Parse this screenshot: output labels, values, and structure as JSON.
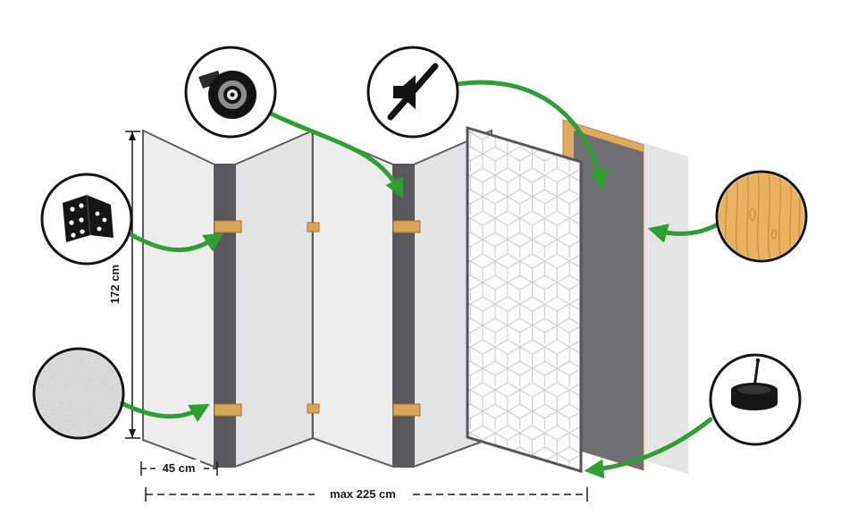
{
  "diagram": {
    "subject": "five-panel folding room divider, exploded layer construction view",
    "labels": {
      "height": "172 cm",
      "panel_width": "45 cm",
      "max_width": "max 225 cm"
    },
    "callouts": [
      {
        "icon": "tape-roll-icon"
      },
      {
        "icon": "muted-speaker-icon"
      },
      {
        "icon": "hinge-icon"
      },
      {
        "icon": "fleece-texture-icon"
      },
      {
        "icon": "wood-grain-icon"
      },
      {
        "icon": "felt-pad-icon"
      }
    ],
    "colors": {
      "background": "#ffffff",
      "arrow_green": "#2f9e33",
      "panel_light": "#ededed",
      "panel_shade": "#e3e3e3",
      "panel_edge_dark": "#59595b",
      "pattern_line": "#c9c9c9",
      "hinge_tan": "#d8a558",
      "wood_frame": "#dfa95e",
      "felt_panel_dark": "#707072",
      "dimension_ink": "#1a1a1a"
    }
  }
}
